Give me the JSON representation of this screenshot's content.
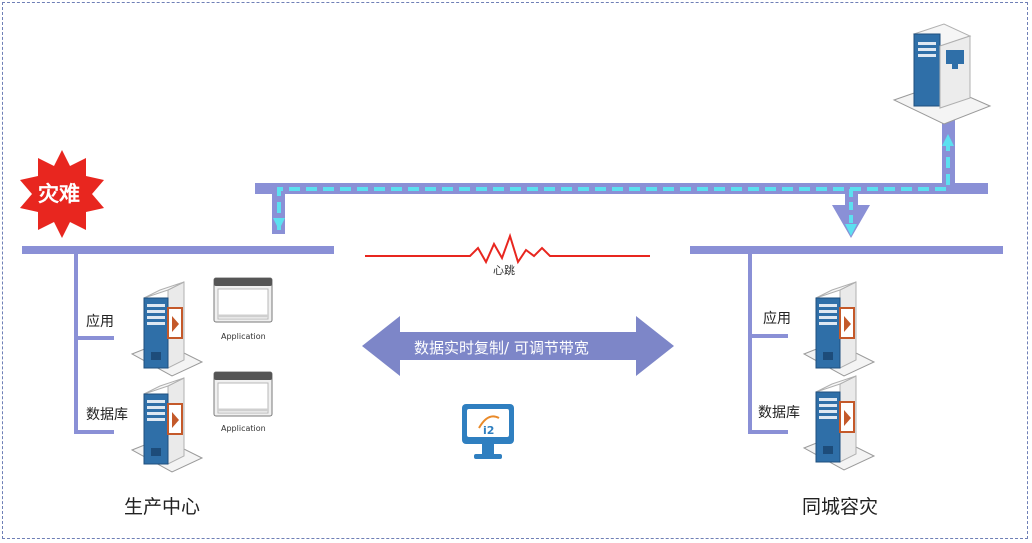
{
  "disaster_label": "灾难",
  "heartbeat_label": "心跳",
  "replication_label": "数据实时复制/ 可调节带宽",
  "production": {
    "title": "生产中心",
    "app_label": "应用",
    "db_label": "数据库",
    "window_label_1": "Application",
    "window_label_2": "Application"
  },
  "dr": {
    "title": "同城容灾",
    "app_label": "应用",
    "db_label": "数据库"
  },
  "icons": [
    "starburst-icon",
    "server-icon",
    "application-window-icon",
    "i2-monitor-icon",
    "computer-icon",
    "heartbeat-wave-icon",
    "double-arrow-icon"
  ],
  "colors": {
    "bus": "#8a90d6",
    "dashed_flow": "#5ce0f0",
    "heartbeat": "#e8261f",
    "disaster": "#e8261f",
    "server_blue": "#2f6fa8",
    "server_accent": "#c4592a",
    "frame": "#6f7fb6"
  }
}
